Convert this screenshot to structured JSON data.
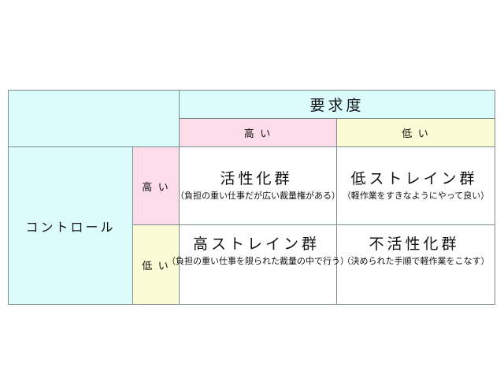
{
  "table": {
    "corner": "",
    "column_axis": {
      "title": "要求度",
      "levels": [
        {
          "key": "high",
          "label": "高 い",
          "color": "#fcdce8"
        },
        {
          "key": "low",
          "label": "低 い",
          "color": "#fbfbd5"
        }
      ]
    },
    "row_axis": {
      "title": "コントロール",
      "levels": [
        {
          "key": "high",
          "label": "高 い",
          "color": "#fcdce8"
        },
        {
          "key": "low",
          "label": "低 い",
          "color": "#fbfbd5"
        }
      ]
    },
    "cells": [
      {
        "row": "high",
        "column": "high",
        "title": "活性化群",
        "note": "（負担の重い仕事だが広い裁量権がある）"
      },
      {
        "row": "high",
        "column": "low",
        "title": "低ストレイン群",
        "note": "（軽作業をすきなようにやって良い）"
      },
      {
        "row": "low",
        "column": "high",
        "title": "高ストレイン群",
        "note": "（負担の重い仕事を限られた裁量の中で行う）"
      },
      {
        "row": "low",
        "column": "low",
        "title": "不活性化群",
        "note": "（決められた手順で軽作業をこなす）"
      }
    ]
  },
  "colors": {
    "header_fill": "#dcfcfc",
    "high_fill": "#fcdce8",
    "low_fill": "#fbfbd5",
    "data_fill": "#ffffff",
    "outer_border": "#7d8d8b",
    "inner_border": "#2b2b2b",
    "page_background": "#ffffff",
    "text": "#111111"
  }
}
